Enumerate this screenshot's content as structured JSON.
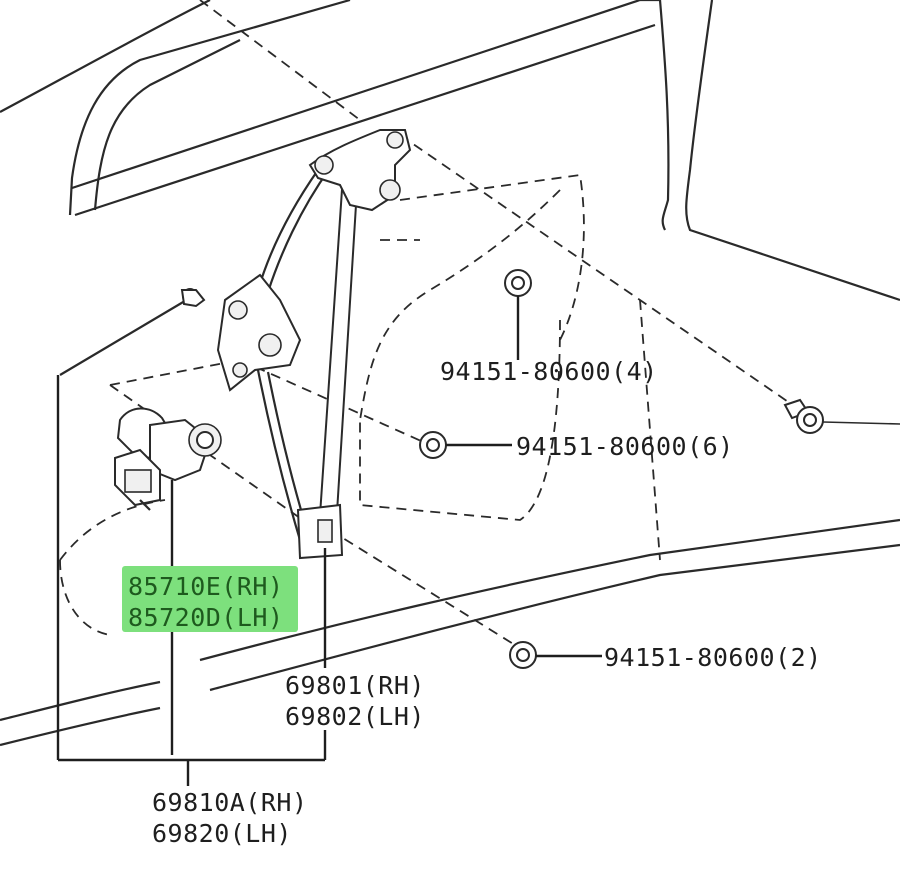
{
  "diagram": {
    "highlight_color": "#7de07d",
    "labels": {
      "motor_rh": "85710E(RH)",
      "motor_lh": "85720D(LH)",
      "regulator_rh": "69801(RH)",
      "regulator_lh": "69802(LH)",
      "assembly_rh": "69810A(RH)",
      "assembly_lh": "69820(LH)",
      "bolt_top": "94151-80600(4)",
      "bolt_mid": "94151-80600(6)",
      "bolt_bottom": "94151-80600(2)"
    }
  }
}
